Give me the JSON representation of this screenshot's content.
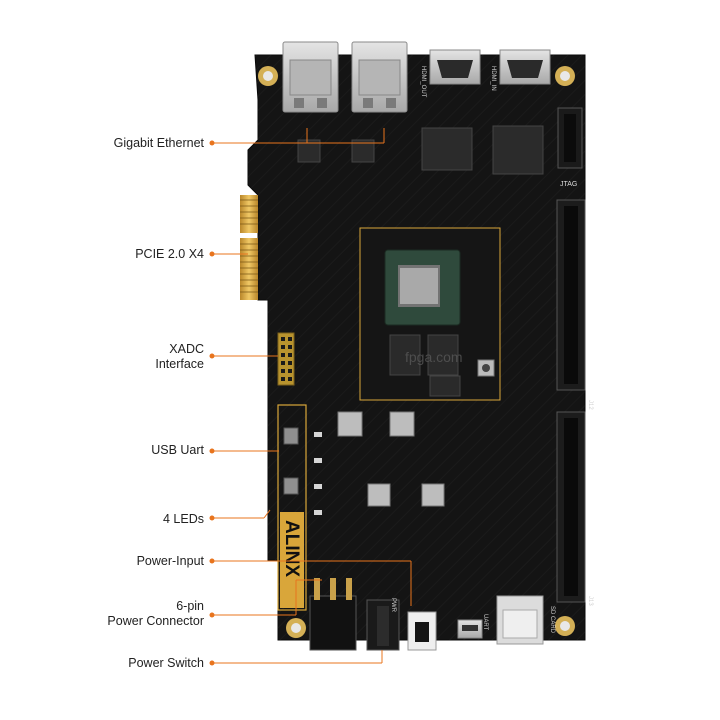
{
  "callouts": [
    {
      "id": "gigabit-ethernet",
      "lines": [
        "Gigabit Ethernet"
      ]
    },
    {
      "id": "pcie",
      "lines": [
        "PCIE 2.0 X4"
      ]
    },
    {
      "id": "xadc",
      "lines": [
        "XADC",
        "Interface"
      ]
    },
    {
      "id": "usb-uart",
      "lines": [
        "USB Uart"
      ]
    },
    {
      "id": "leds",
      "lines": [
        "4 LEDs"
      ]
    },
    {
      "id": "power-input",
      "lines": [
        "Power-Input"
      ]
    },
    {
      "id": "power-connector",
      "lines": [
        "6-pin",
        "Power Connector"
      ]
    },
    {
      "id": "power-switch",
      "lines": [
        "Power Switch"
      ]
    }
  ],
  "board": {
    "brand_logo": "ALINX",
    "watermark": "fpga.com",
    "silkscreen": {
      "jtag": "JTAG",
      "hdmi_out": "HDMI_OUT",
      "hdmi_in": "HDMI_IN",
      "uart": "UART",
      "sd_card": "SD CARD",
      "j12": "J12",
      "j13": "J13",
      "pwr": "PWR"
    }
  },
  "colors": {
    "board": "#141414",
    "accent_line": "#e8741d",
    "gold": "#d9a63a",
    "silver": "#c9c9c9",
    "label_text": "#222222"
  }
}
